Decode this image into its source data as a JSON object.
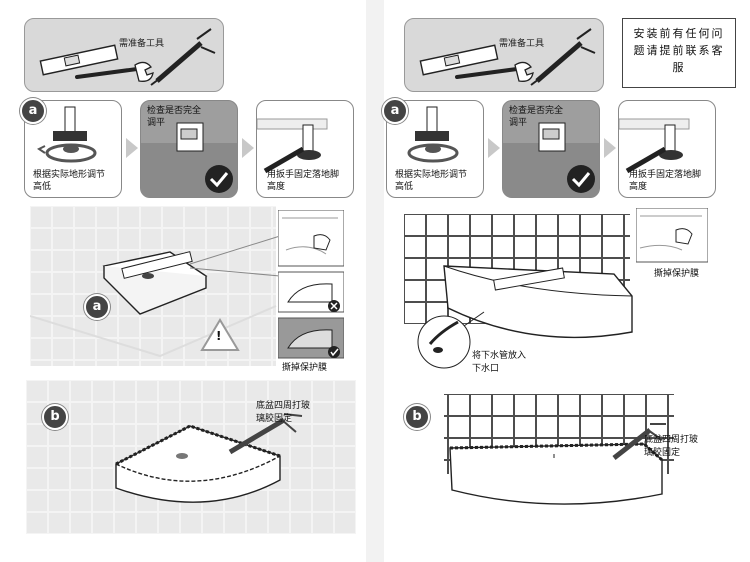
{
  "left": {
    "tools_title": "需准备工具",
    "step_a_badge": "a",
    "step1_label": "根据实际地形调节高低",
    "step2_label": "检查是否完全调平",
    "step3_label": "用扳手固定落地脚高度",
    "peel_label": "撕掉保护膜",
    "step_a2_badge": "a",
    "step_b_badge": "b",
    "glue_label": "底盆四周打玻璃胶固定",
    "warning_glyph": "!"
  },
  "right": {
    "tools_title": "需准备工具",
    "contact_text": "安装前有任何问题请提前联系客服",
    "step_a_badge": "a",
    "step1_label": "根据实际地形调节高低",
    "step2_label": "检查是否完全调平",
    "step3_label": "用扳手固定落地脚高度",
    "peel_label": "撕掉保护膜",
    "drain_label": "将下水管放入下水口",
    "step_b_badge": "b",
    "glue_label": "底盆四周打玻璃胶固定"
  }
}
